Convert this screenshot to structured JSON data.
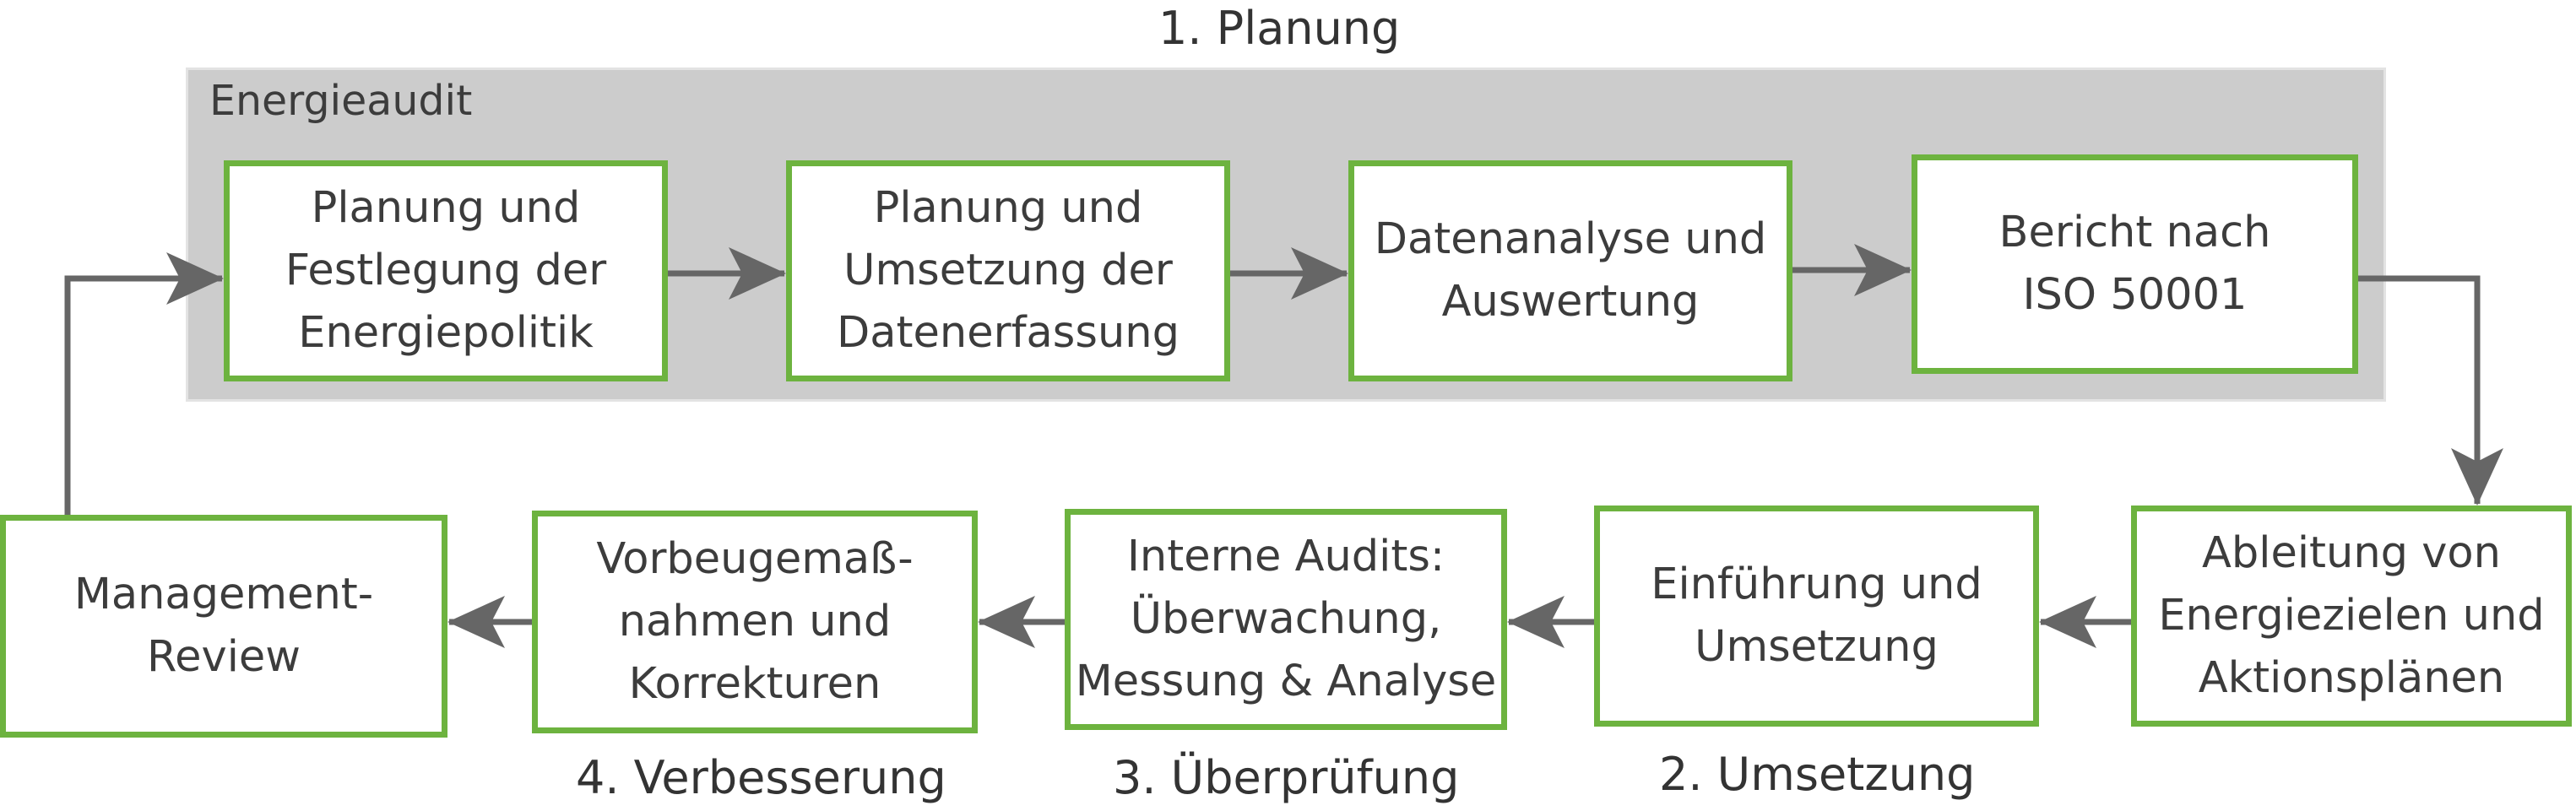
{
  "colors": {
    "box_border": "#6db33f",
    "arrow": "#666666",
    "audit_background": "#cccccc",
    "text": "#3c3c3c"
  },
  "phases": {
    "planung": "1. Planung",
    "umsetzung": "2. Umsetzung",
    "ueberpruefung": "3. Überprüfung",
    "verbesserung": "4. Verbesserung"
  },
  "audit": {
    "label": "Energieaudit"
  },
  "steps": {
    "planung_festlegung": "Planung und\nFestlegung der\nEnergiepolitik",
    "planung_datenerfassung": "Planung und\nUmsetzung der\nDatenerfassung",
    "datenanalyse": "Datenanalyse und\nAuswertung",
    "bericht": "Bericht nach\nISO 50001",
    "ableitung": "Ableitung von\nEnergiezielen und\nAktionsplänen",
    "einfuehrung": "Einführung und\nUmsetzung",
    "interne_audits": "Interne Audits:\nÜberwachung,\nMessung & Analyse",
    "vorbeuge": "Vorbeugemaß-\nnahmen und\nKorrekturen",
    "management": "Management-\nReview"
  }
}
